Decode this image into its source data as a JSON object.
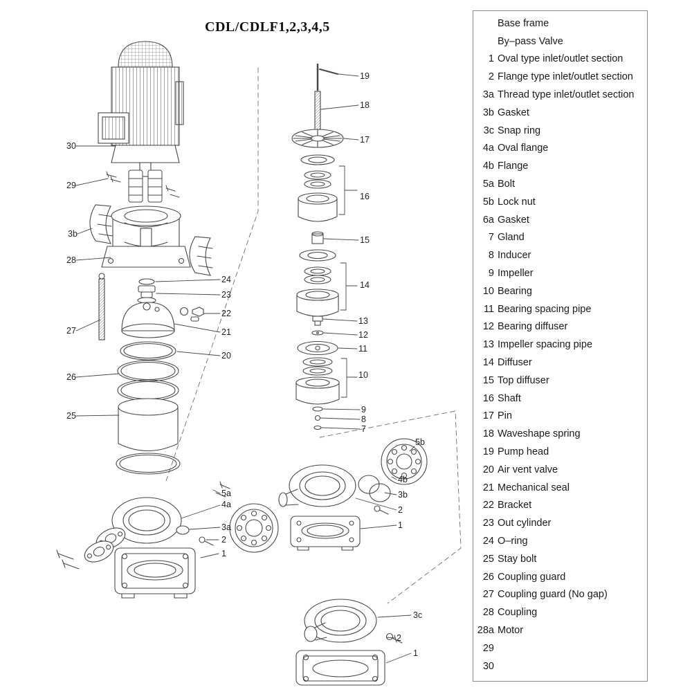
{
  "title": "CDL/CDLF1,2,3,4,5",
  "parts_list": {
    "items": [
      {
        "num": "",
        "label": "Base frame"
      },
      {
        "num": "",
        "label": "By–pass Valve"
      },
      {
        "num": "1",
        "label": "Oval type inlet/outlet section"
      },
      {
        "num": "2",
        "label": "Flange type inlet/outlet section"
      },
      {
        "num": "3a",
        "label": "Thread type inlet/outlet section"
      },
      {
        "num": "3b",
        "label": "Gasket"
      },
      {
        "num": "3c",
        "label": "Snap ring"
      },
      {
        "num": "4a",
        "label": "Oval flange"
      },
      {
        "num": "4b",
        "label": "Flange"
      },
      {
        "num": "5a",
        "label": "Bolt"
      },
      {
        "num": "5b",
        "label": "Lock nut"
      },
      {
        "num": "6a",
        "label": "Gasket"
      },
      {
        "num": "7",
        "label": "Gland"
      },
      {
        "num": "8",
        "label": "Inducer"
      },
      {
        "num": "9",
        "label": "Impeller"
      },
      {
        "num": "10",
        "label": "Bearing"
      },
      {
        "num": "11",
        "label": "Bearing spacing pipe"
      },
      {
        "num": "12",
        "label": "Bearing diffuser"
      },
      {
        "num": "13",
        "label": "Impeller spacing pipe"
      },
      {
        "num": "14",
        "label": "Diffuser"
      },
      {
        "num": "15",
        "label": "Top diffuser"
      },
      {
        "num": "16",
        "label": "Shaft"
      },
      {
        "num": "17",
        "label": "Pin"
      },
      {
        "num": "18",
        "label": "Waveshape spring"
      },
      {
        "num": "19",
        "label": "Pump head"
      },
      {
        "num": "20",
        "label": "Air vent valve"
      },
      {
        "num": "21",
        "label": "Mechanical seal"
      },
      {
        "num": "22",
        "label": "Bracket"
      },
      {
        "num": "23",
        "label": "Out cylinder"
      },
      {
        "num": "24",
        "label": "O–ring"
      },
      {
        "num": "25",
        "label": "Stay bolt"
      },
      {
        "num": "26",
        "label": "Coupling guard"
      },
      {
        "num": "27",
        "label": "Coupling guard (No gap)"
      },
      {
        "num": "28",
        "label": "Coupling"
      },
      {
        "num": "28a",
        "label": "Motor"
      },
      {
        "num": "29",
        "label": ""
      },
      {
        "num": "30",
        "label": ""
      }
    ]
  },
  "diagram": {
    "callouts": [
      "30",
      "29",
      "3b",
      "28",
      "27",
      "26",
      "25",
      "24",
      "23",
      "22",
      "21",
      "20",
      "19",
      "18",
      "17",
      "16",
      "15",
      "14",
      "13",
      "12",
      "11",
      "10",
      "9",
      "8",
      "7",
      "5b",
      "4b",
      "3b",
      "2",
      "1",
      "5a",
      "4a",
      "3a",
      "2",
      "1",
      "3c",
      "2",
      "1"
    ],
    "line_color": "#474747"
  }
}
